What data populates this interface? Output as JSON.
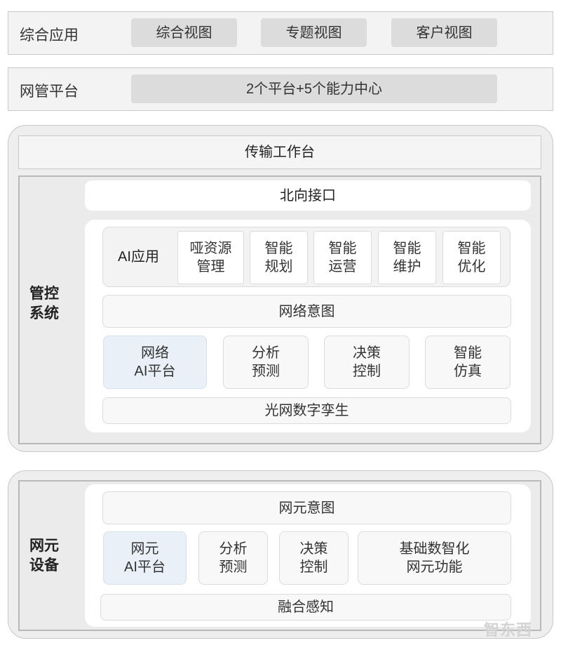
{
  "rows": {
    "apps": {
      "label": "综合应用",
      "items": [
        "综合视图",
        "专题视图",
        "客户视图"
      ]
    },
    "mgmt": {
      "label": "网管平台",
      "item": "2个平台+5个能力中心"
    }
  },
  "control": {
    "title": "传输工作台",
    "side_label": "管控\n系统",
    "northbound": "北向接口",
    "ai_apps": {
      "label": "AI应用",
      "items": [
        "哑资源\n管理",
        "智能\n规划",
        "智能\n运营",
        "智能\n维护",
        "智能\n优化"
      ]
    },
    "intent": "网络意图",
    "modules": [
      "网络\nAI平台",
      "分析\n预测",
      "决策\n控制",
      "智能\n仿真"
    ],
    "twin": "光网数字孪生"
  },
  "device": {
    "side_label": "网元\n设备",
    "intent": "网元意图",
    "modules": [
      "网元\nAI平台",
      "分析\n预测",
      "决策\n控制",
      "基础数智化\n网元功能"
    ],
    "sensing": "融合感知"
  },
  "watermark": "智东西"
}
